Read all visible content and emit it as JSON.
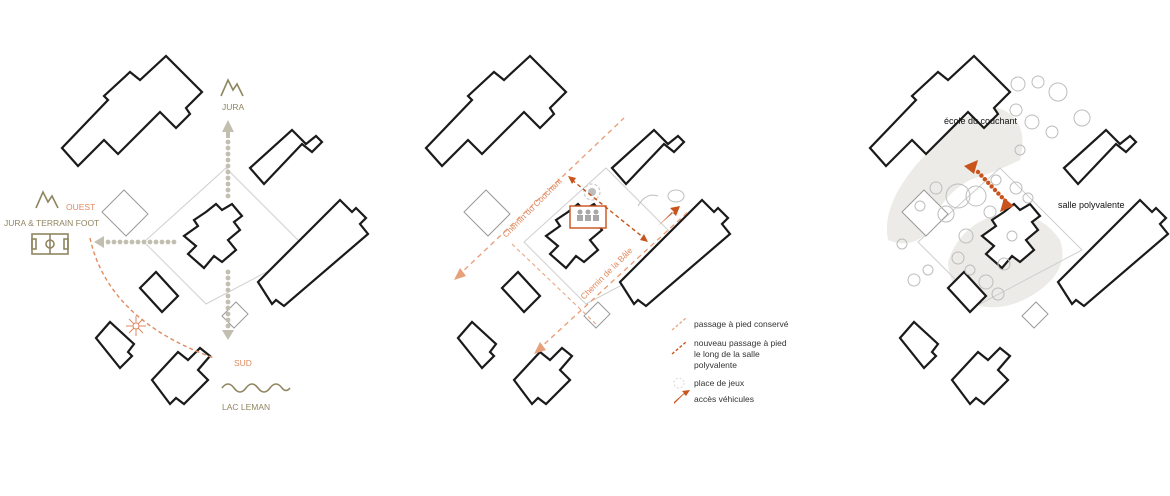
{
  "panel1": {
    "jura": "JURA",
    "jura_terrain": "JURA & TERRAIN FOOT",
    "ouest": "OUEST",
    "sud": "SUD",
    "lac": "LAC LEMAN"
  },
  "panel2": {
    "chemin_couchant": "Chemin du Couchant",
    "chemin_bale": "Chemin de la Bâle",
    "legend": [
      {
        "icon": "arrow-dashed-light-icon",
        "label": "passage à pied conservé"
      },
      {
        "icon": "arrow-dashed-dark-icon",
        "label": "nouveau passage à pied"
      },
      {
        "icon": "",
        "label": "le long de la salle"
      },
      {
        "icon": "",
        "label": "polyvalente"
      },
      {
        "icon": "circle-dashed-icon",
        "label": "place de jeux"
      },
      {
        "icon": "arrow-solid-icon",
        "label": "accès véhicules"
      }
    ]
  },
  "panel3": {
    "ecole": "école du couchant",
    "salle": "salle polyvalente"
  },
  "colors": {
    "olive": "#8f8560",
    "orange": "#e08a60",
    "dark_orange": "#c9531d",
    "grey_dots": "#c3bfb0"
  }
}
